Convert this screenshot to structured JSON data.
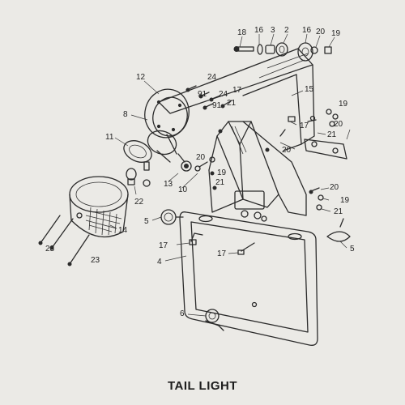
{
  "title": "TAIL LIGHT",
  "callouts": [
    {
      "id": "c18a",
      "text": "18"
    },
    {
      "id": "c16a",
      "text": "16"
    },
    {
      "id": "c3",
      "text": "3"
    },
    {
      "id": "c2",
      "text": "2"
    },
    {
      "id": "c16b",
      "text": "16"
    },
    {
      "id": "c20a",
      "text": "20"
    },
    {
      "id": "c19a",
      "text": "19"
    },
    {
      "id": "c12",
      "text": "12"
    },
    {
      "id": "c24a",
      "text": "24"
    },
    {
      "id": "c91a",
      "text": "91"
    },
    {
      "id": "c24b",
      "text": "24"
    },
    {
      "id": "c91b",
      "text": "91"
    },
    {
      "id": "c17a",
      "text": "17"
    },
    {
      "id": "c21a",
      "text": "21"
    },
    {
      "id": "c15",
      "text": "15"
    },
    {
      "id": "c8",
      "text": "8"
    },
    {
      "id": "c19b",
      "text": "19"
    },
    {
      "id": "c20b",
      "text": "20"
    },
    {
      "id": "c17b",
      "text": "17"
    },
    {
      "id": "c21b",
      "text": "21"
    },
    {
      "id": "c11",
      "text": "11"
    },
    {
      "id": "c20c",
      "text": "20"
    },
    {
      "id": "c20d",
      "text": "20"
    },
    {
      "id": "c13",
      "text": "13"
    },
    {
      "id": "c10",
      "text": "10"
    },
    {
      "id": "c19c",
      "text": "19"
    },
    {
      "id": "c21c",
      "text": "21"
    },
    {
      "id": "c22",
      "text": "22"
    },
    {
      "id": "c20e",
      "text": "20"
    },
    {
      "id": "c19d",
      "text": "19"
    },
    {
      "id": "c21d",
      "text": "21"
    },
    {
      "id": "c5a",
      "text": "5"
    },
    {
      "id": "c14",
      "text": "14"
    },
    {
      "id": "c17c",
      "text": "17"
    },
    {
      "id": "c17d",
      "text": "17"
    },
    {
      "id": "c5b",
      "text": "5"
    },
    {
      "id": "c4",
      "text": "4"
    },
    {
      "id": "c23a",
      "text": "23"
    },
    {
      "id": "c23b",
      "text": "23"
    },
    {
      "id": "c6",
      "text": "6"
    }
  ]
}
